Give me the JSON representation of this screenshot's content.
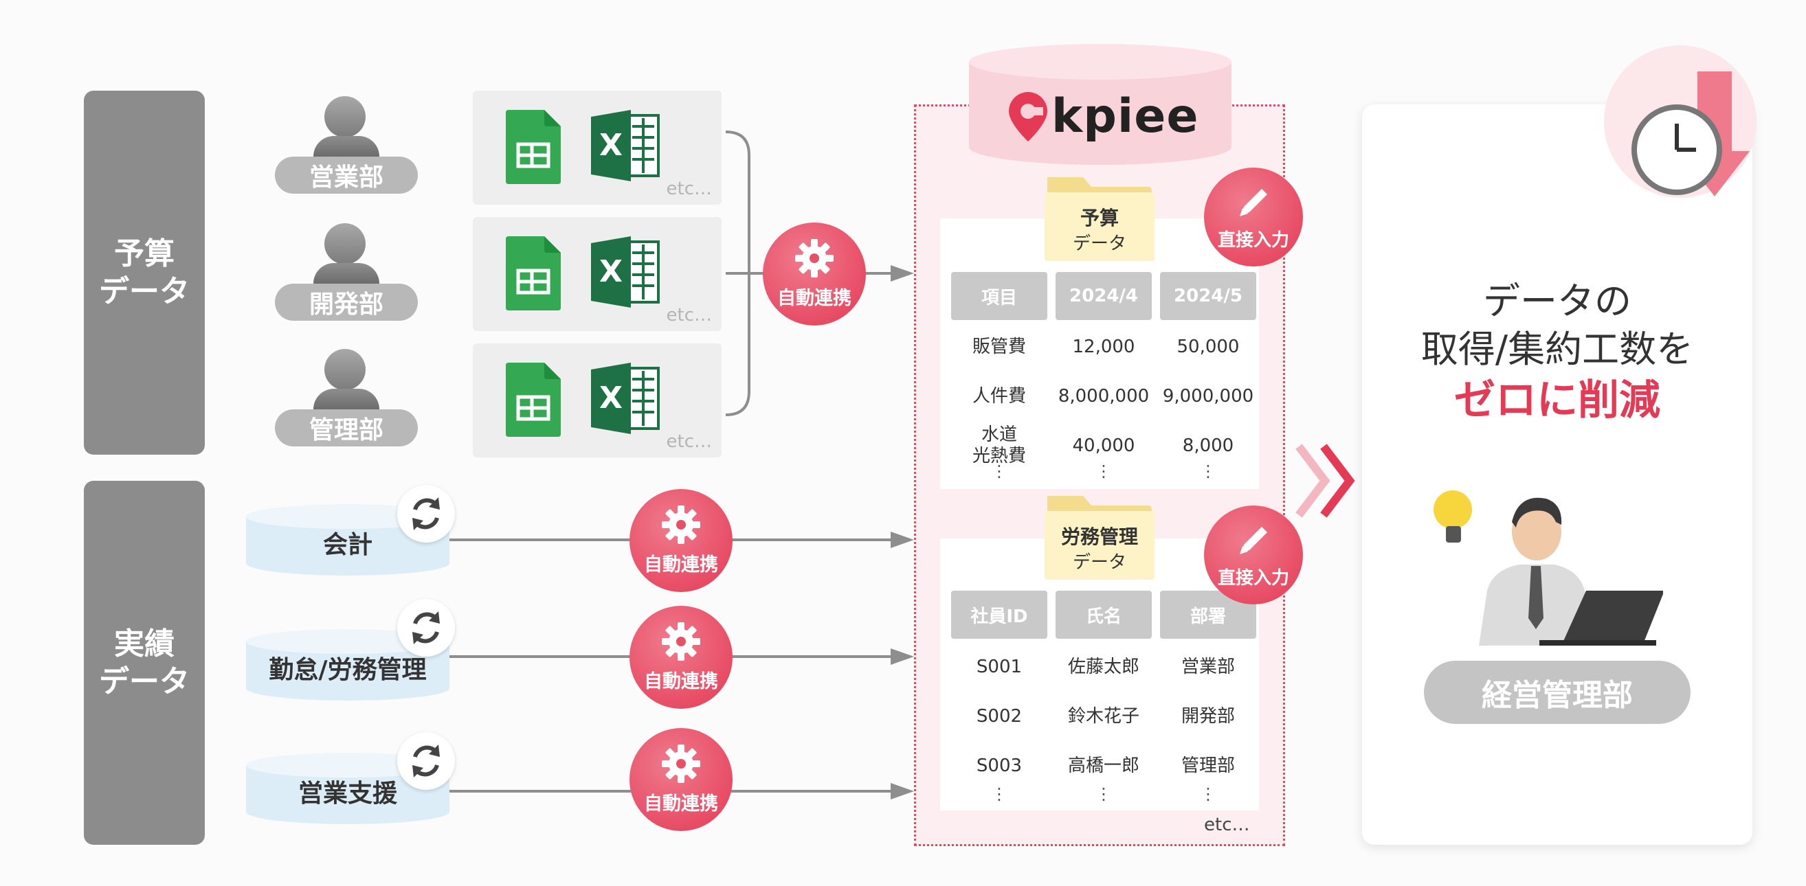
{
  "categories": {
    "budget": "予算\nデータ",
    "actual": "実績\nデータ"
  },
  "departments": [
    "営業部",
    "開発部",
    "管理部"
  ],
  "file_etc": "etc…",
  "auto_link": "自動連携",
  "systems": [
    "会計",
    "勤怠/労務管理",
    "営業支援"
  ],
  "brand": "kpiee",
  "direct_input": "直接入力",
  "budget_card": {
    "folder_title": "予算",
    "folder_sub": "データ",
    "headers": [
      "項目",
      "2024/4",
      "2024/5"
    ],
    "rows": [
      [
        "販管費",
        "12,000",
        "50,000"
      ],
      [
        "人件費",
        "8,000,000",
        "9,000,000"
      ],
      [
        "水道\n光熱費",
        "40,000",
        "8,000"
      ]
    ],
    "ellipsis": "⋮"
  },
  "labor_card": {
    "folder_title": "労務管理",
    "folder_sub": "データ",
    "headers": [
      "社員ID",
      "氏名",
      "部署"
    ],
    "rows": [
      [
        "S001",
        "佐藤太郎",
        "営業部"
      ],
      [
        "S002",
        "鈴木花子",
        "開発部"
      ],
      [
        "S003",
        "高橋一郎",
        "管理部"
      ]
    ],
    "ellipsis": "⋮"
  },
  "panel_etc": "etc…",
  "headline": {
    "line1": "データの",
    "line2": "取得/集約工数を",
    "line3": "ゼロに削減"
  },
  "management_dept": "経営管理部",
  "colors": {
    "accent": "#e43a55",
    "category_gray": "#8c8c8c",
    "sheets_green": "#34a853",
    "excel_green": "#1e7145"
  }
}
